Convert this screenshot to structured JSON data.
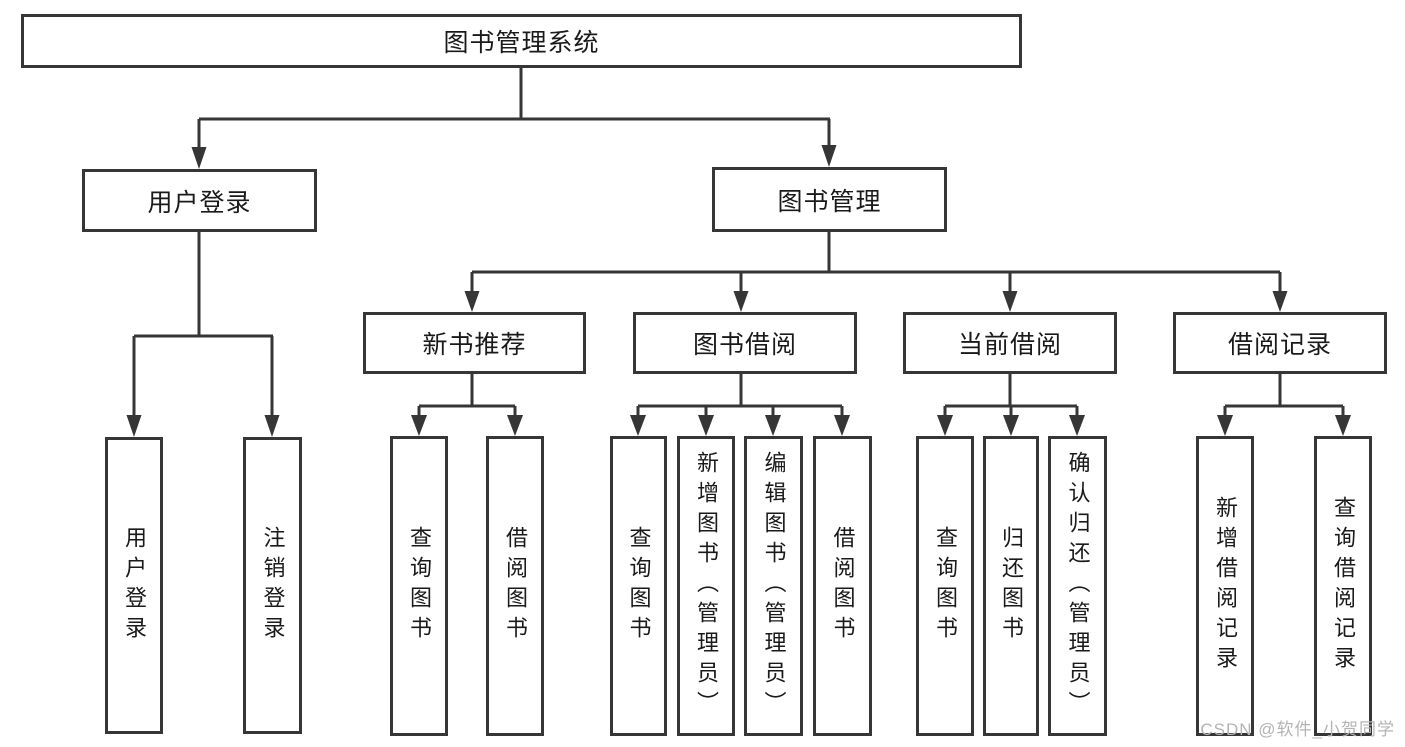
{
  "diagram": {
    "root": {
      "label": "图书管理系统"
    },
    "level2": [
      {
        "label": "用户登录"
      },
      {
        "label": "图书管理"
      }
    ],
    "level3": [
      {
        "label": "新书推荐"
      },
      {
        "label": "图书借阅"
      },
      {
        "label": "当前借阅"
      },
      {
        "label": "借阅记录"
      }
    ],
    "leaves": {
      "user_login": [
        {
          "label": "用户登录"
        },
        {
          "label": "注销登录"
        }
      ],
      "new_book": [
        {
          "label": "查询图书"
        },
        {
          "label": "借阅图书"
        }
      ],
      "book_borrow": [
        {
          "label": "查询图书"
        },
        {
          "label": "新增图书（管理员）"
        },
        {
          "label": "编辑图书（管理员）"
        },
        {
          "label": "借阅图书"
        }
      ],
      "current_borrow": [
        {
          "label": "查询图书"
        },
        {
          "label": "归还图书"
        },
        {
          "label": "确认归还（管理员）"
        }
      ],
      "borrow_record": [
        {
          "label": "新增借阅记录"
        },
        {
          "label": "查询借阅记录"
        }
      ]
    },
    "watermark": "CSDN @软件_小贺同学",
    "colors": {
      "line": "#363636",
      "text": "#1a1a1a",
      "watermark": "#b4b4b4",
      "background": "#ffffff"
    }
  }
}
